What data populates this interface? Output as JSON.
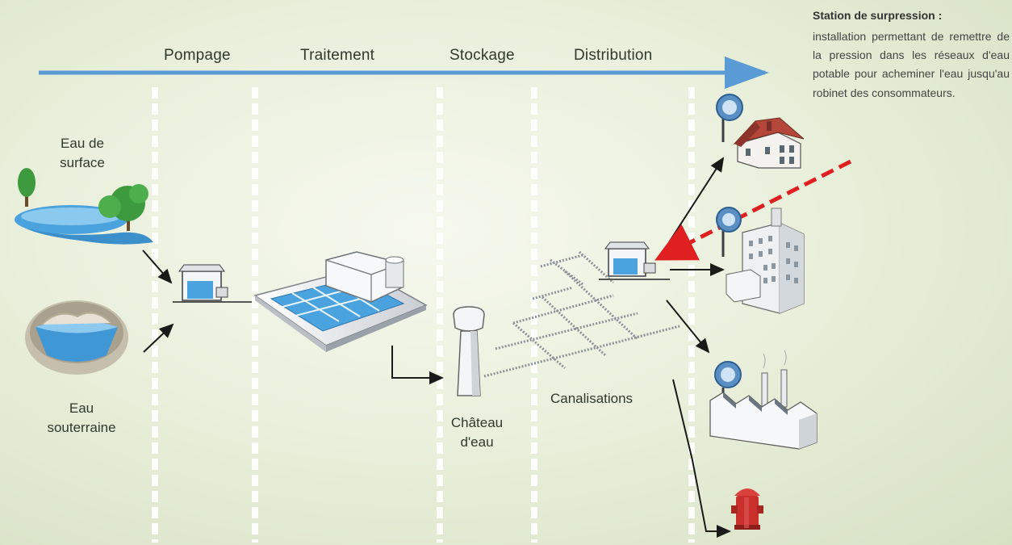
{
  "stages": {
    "pompage": "Pompage",
    "traitement": "Traitement",
    "stockage": "Stockage",
    "distribution": "Distribution"
  },
  "sources": {
    "surface": [
      "Eau de",
      "surface"
    ],
    "souterraine": [
      "Eau",
      "souterraine"
    ]
  },
  "labels": {
    "chateau": [
      "Château",
      "d'eau"
    ],
    "canalisations": "Canalisations"
  },
  "info": {
    "title": "Station de surpression :",
    "body": "installation permettant de remettre de la pression dans les réseaux d'eau potable pour acheminer l'eau jusqu'au robinet des consommateurs."
  },
  "colors": {
    "flow_arrow": "#5b9bd5",
    "highlight_arrow": "#e02020",
    "water": "#4aa3df",
    "tree": "#3e9a3e"
  },
  "icons": [
    "house-icon",
    "building-icon",
    "factory-icon",
    "hydrant-icon",
    "water-tower-icon",
    "treatment-plant-icon",
    "pump-station-icon",
    "booster-station-icon",
    "meter-icon",
    "lake-icon",
    "tree-icon",
    "well-icon"
  ]
}
